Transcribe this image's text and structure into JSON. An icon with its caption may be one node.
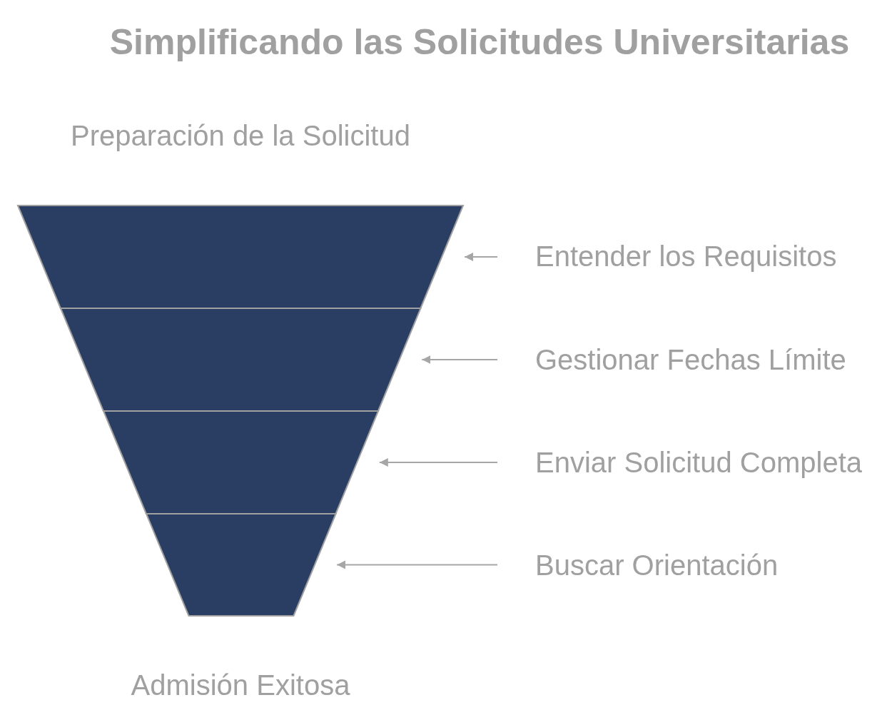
{
  "diagram": {
    "title": "Simplificando las Solicitudes Universitarias",
    "nodes": [
      {
        "text": [],
        "shape": "trapezoid"
      },
      {
        "text": [],
        "shape": "trapezoid"
      },
      {
        "text": [],
        "shape": "trapezoid"
      },
      {
        "text": [],
        "shape": "trapezoid"
      },
      {
        "text": [
          "Entender los Requisitos"
        ]
      },
      {
        "text": [
          "Gestionar Fechas Límite"
        ]
      },
      {
        "text": [
          "Enviar Solicitud Completa"
        ]
      },
      {
        "text": [
          "Buscar Orientación"
        ]
      }
    ],
    "edges": [
      {
        "from": 4,
        "to": 0,
        "arrow": "to"
      },
      {
        "from": 5,
        "to": 1,
        "arrow": "to"
      },
      {
        "from": 6,
        "to": 2,
        "arrow": "to"
      },
      {
        "from": 7,
        "to": 3,
        "arrow": "to"
      }
    ],
    "labels": [
      "Preparación de la Solicitud",
      "Admisión Exitosa"
    ]
  }
}
